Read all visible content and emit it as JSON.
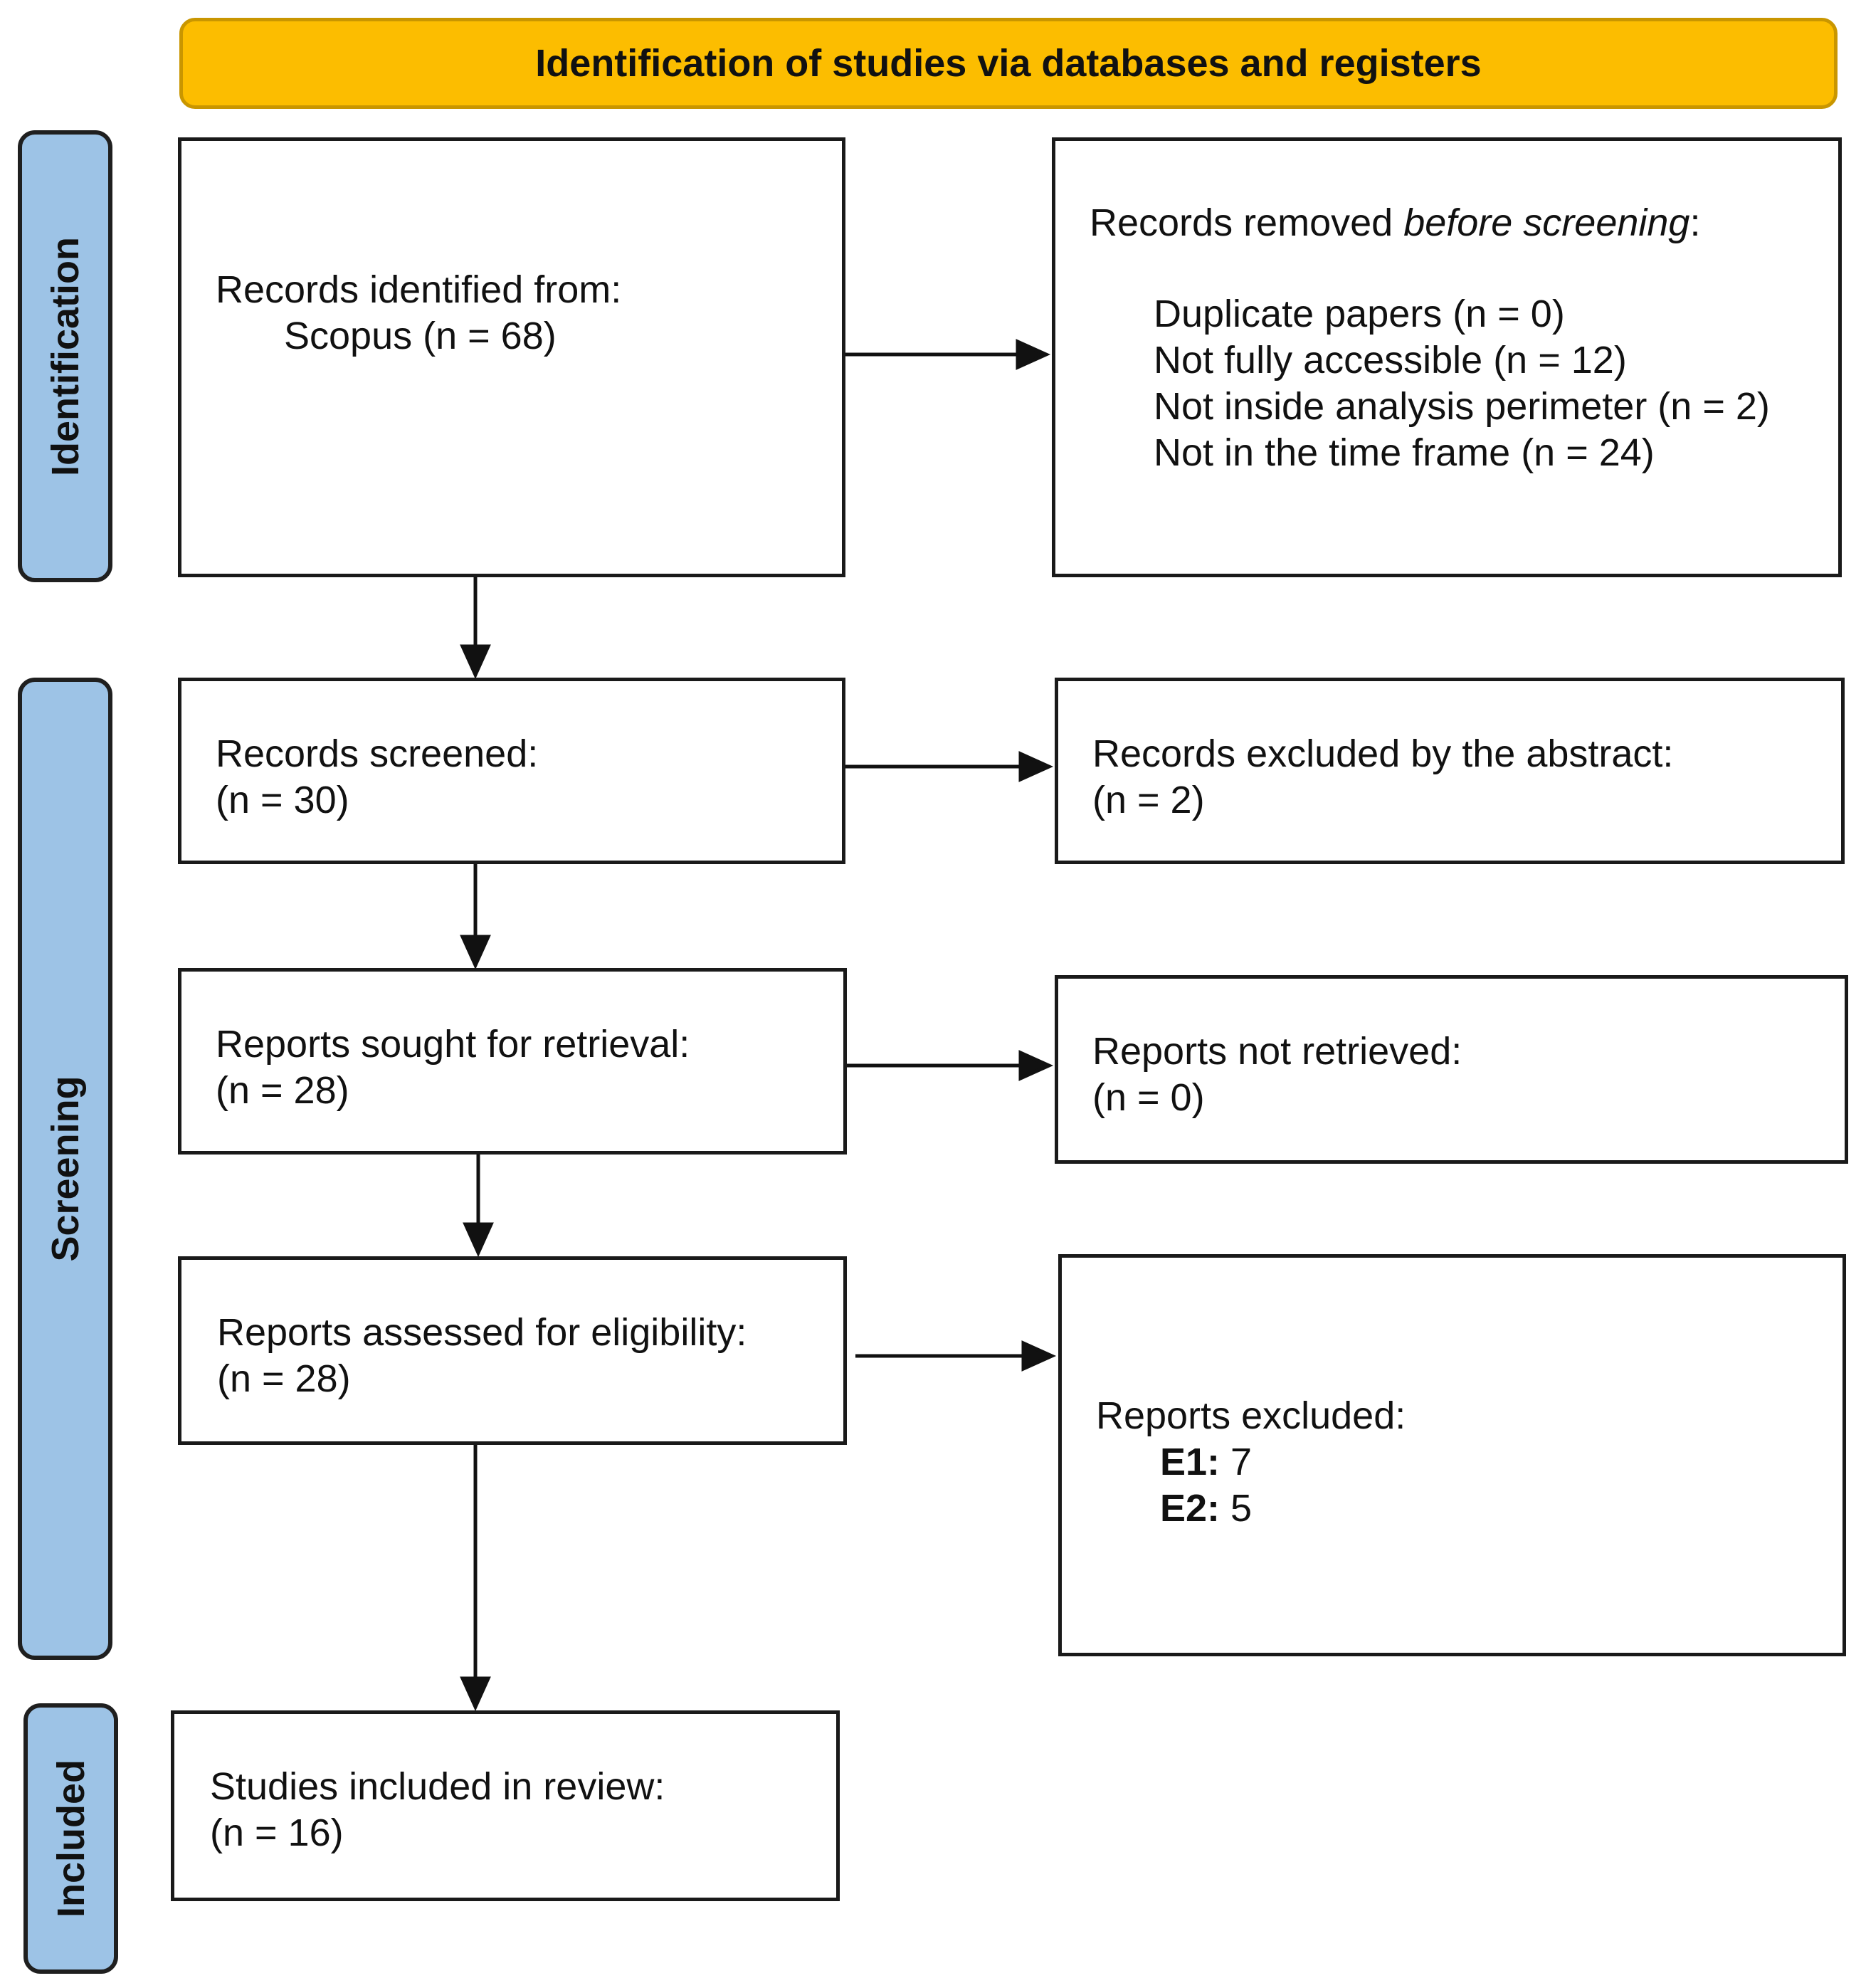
{
  "header": {
    "title": "Identification of studies via databases and registers"
  },
  "stages": {
    "identification": "Identification",
    "screening": "Screening",
    "included": "Included"
  },
  "records_identified": {
    "title": "Records identified from:",
    "source": "Scopus (n = 68)"
  },
  "records_removed": {
    "title_prefix": "Records removed ",
    "title_emphasis": "before screening",
    "title_suffix": ":",
    "items": [
      "Duplicate papers (n = 0)",
      "Not fully accessible (n = 12)",
      "Not inside analysis perimeter (n = 2)",
      "Not in the time frame (n = 24)"
    ]
  },
  "records_screened": {
    "title": "Records screened:",
    "count": "(n = 30)"
  },
  "records_excluded": {
    "title": "Records excluded by the abstract:",
    "count": "(n = 2)"
  },
  "reports_sought": {
    "title": "Reports sought for retrieval:",
    "count": "(n = 28)"
  },
  "reports_not_retrieved": {
    "title": "Reports not retrieved:",
    "count": "(n = 0)"
  },
  "reports_assessed": {
    "title": "Reports assessed for eligibility:",
    "count": "(n = 28)"
  },
  "reports_excluded": {
    "title": "Reports excluded:",
    "items": [
      {
        "code": "E1:",
        "value": " 7"
      },
      {
        "code": "E2:",
        "value": " 5"
      }
    ]
  },
  "studies_included": {
    "title": "Studies included in review:",
    "count": "(n = 16)"
  },
  "colors": {
    "header_fill": "#FCBD00",
    "stage_fill": "#9DC3E6",
    "box_border": "#1a1a1a"
  }
}
